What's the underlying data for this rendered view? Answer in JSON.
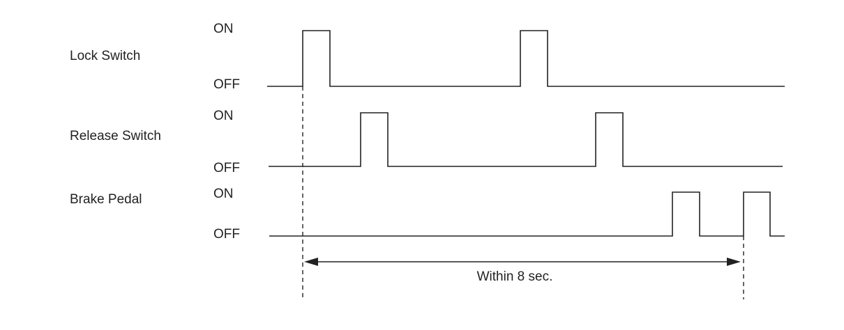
{
  "signals": [
    {
      "name": "Lock Switch",
      "on_label": "ON",
      "off_label": "OFF"
    },
    {
      "name": "Release Switch",
      "on_label": "ON",
      "off_label": "OFF"
    },
    {
      "name": "Brake Pedal",
      "on_label": "ON",
      "off_label": "OFF"
    }
  ],
  "interval": {
    "label": "Within 8 sec."
  }
}
